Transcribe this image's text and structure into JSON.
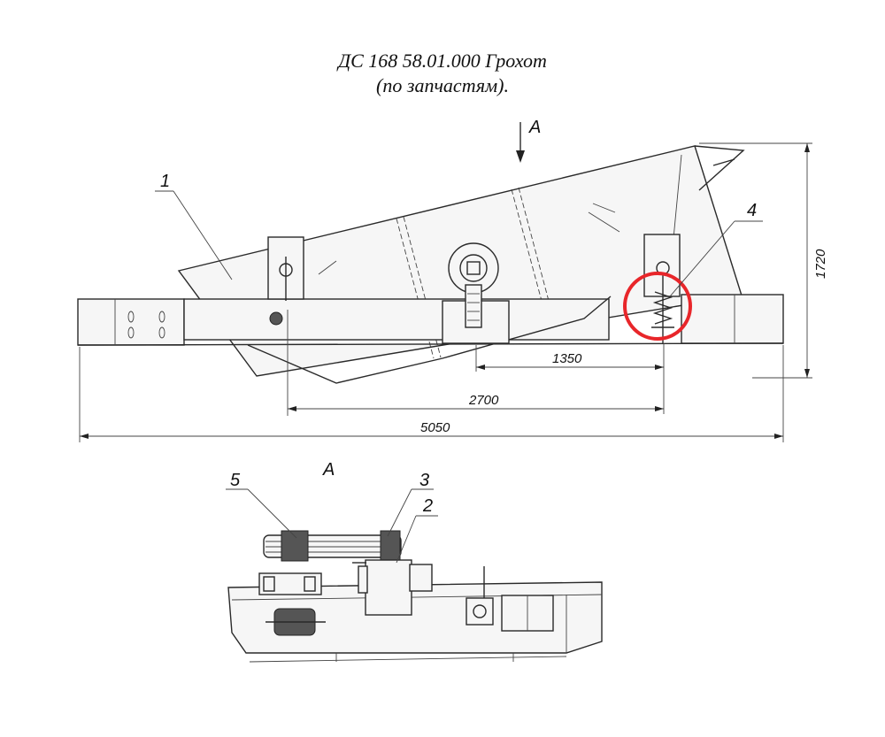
{
  "title": {
    "line1": "ДС 168 58.01.000 Грохот",
    "line2": "(по запчастям)."
  },
  "view_label": "A",
  "section_label": "A",
  "callouts": [
    "1",
    "2",
    "3",
    "4",
    "5"
  ],
  "dimensions": {
    "d1350": "1350",
    "d2700": "2700",
    "d5050": "5050",
    "d1720": "1720"
  },
  "highlight": {
    "color": "#e8262a"
  }
}
